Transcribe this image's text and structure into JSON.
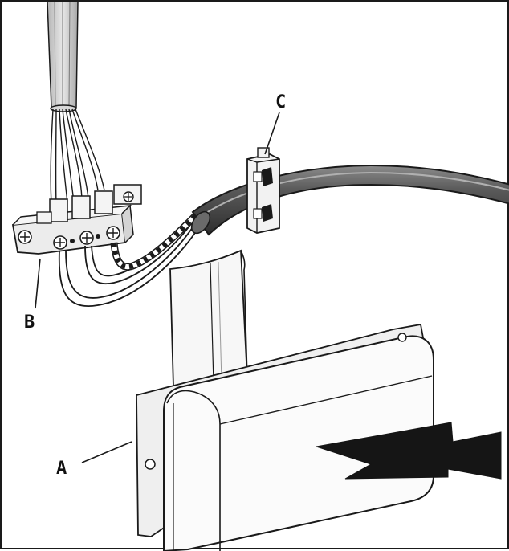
{
  "callouts": {
    "a": "A",
    "b": "B",
    "c": "C"
  },
  "colors": {
    "outline": "#1a1a1a",
    "cable_fill": "#555555",
    "cable_highlight": "#9a9a9a",
    "arrow_fill": "#151515",
    "background": "#ffffff"
  }
}
